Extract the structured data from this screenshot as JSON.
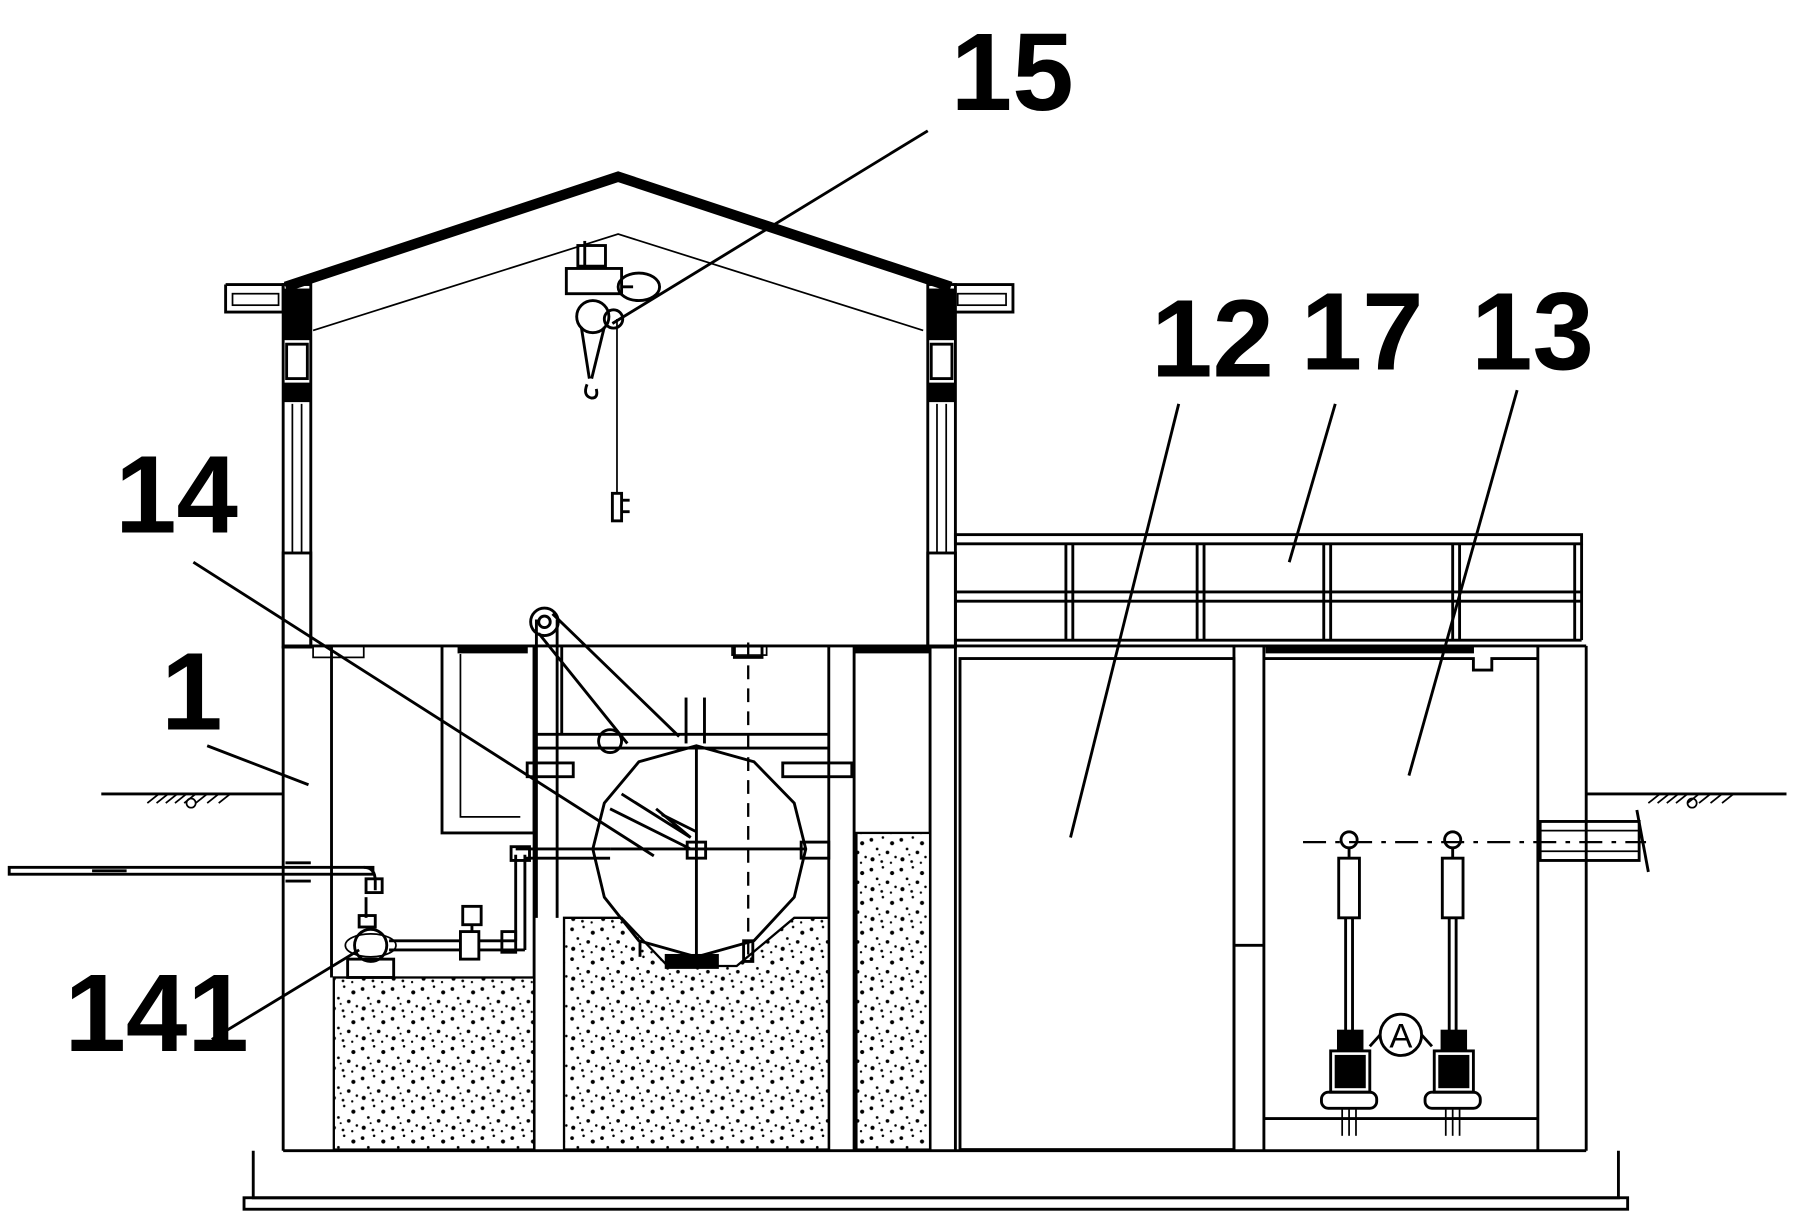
{
  "labels": {
    "l15": "15",
    "l12": "12",
    "l17": "17",
    "l13": "13",
    "l14": "14",
    "l1": "1",
    "l141": "141",
    "detailA": "A"
  }
}
